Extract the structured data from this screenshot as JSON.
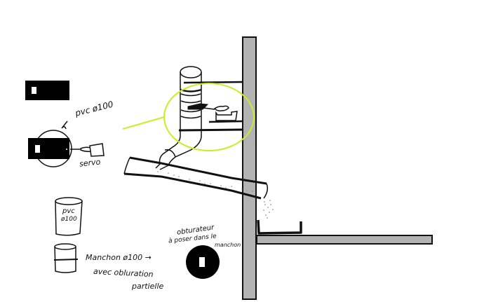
{
  "diagram": {
    "colors": {
      "wall_fill": "#b3b3b3",
      "ink": "#111111",
      "highlight": "#c8ee2a",
      "background": "#ffffff"
    },
    "labels": {
      "pvc_top": "pvc ø100",
      "servo": "servo",
      "pvc_cylinder_line1": "pvc",
      "pvc_cylinder_line2": "ø100",
      "manchon": "Manchon ø100  →",
      "avec_obluration": "avec obluration",
      "partielle": "partielle",
      "obturateur_line1": "obturateur",
      "obturateur_line2": "à poser dans le",
      "obturateur_line3": "manchon"
    },
    "elements": [
      "wall",
      "floor-shelf",
      "tray",
      "vertical-pipe",
      "elbow-pipe",
      "chute-trough",
      "servo-shelf",
      "servo-bracket",
      "highlight-ellipse",
      "top-view-plate",
      "top-view-pvc-with-plate",
      "servo-icon",
      "pvc-cylinder",
      "manchon-cylinder",
      "obturateur-disc"
    ]
  }
}
